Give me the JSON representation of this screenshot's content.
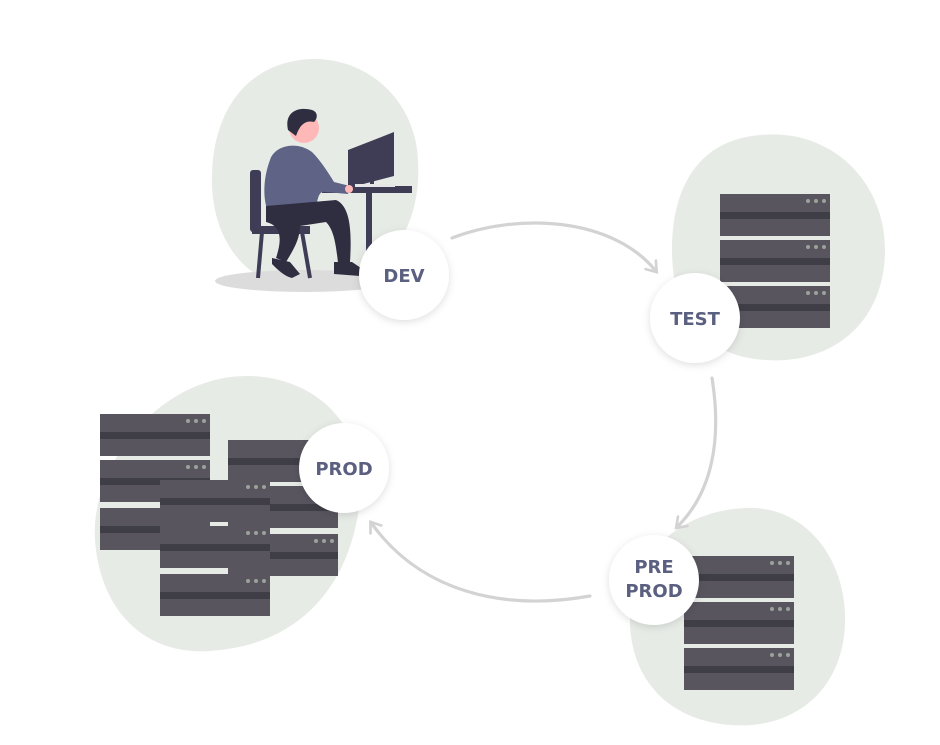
{
  "stages": {
    "dev": {
      "label": "DEV"
    },
    "test": {
      "label": "TEST"
    },
    "preprod": {
      "line1": "PRE",
      "line2": "PROD"
    },
    "prod": {
      "label": "PROD"
    }
  },
  "colors": {
    "blob": "#e7ebe6",
    "server_body": "#59555f",
    "server_band": "#3f3d45",
    "server_led": "#9aa39a",
    "arrow": "#d3d3d3",
    "label_text": "#5b6080",
    "person_shirt": "#5f6487",
    "person_pants": "#2f2e41"
  },
  "icons": {
    "dev": "developer-at-desk-icon",
    "test": "server-rack-icon",
    "preprod": "server-rack-icon",
    "prod": "server-cluster-icon"
  }
}
